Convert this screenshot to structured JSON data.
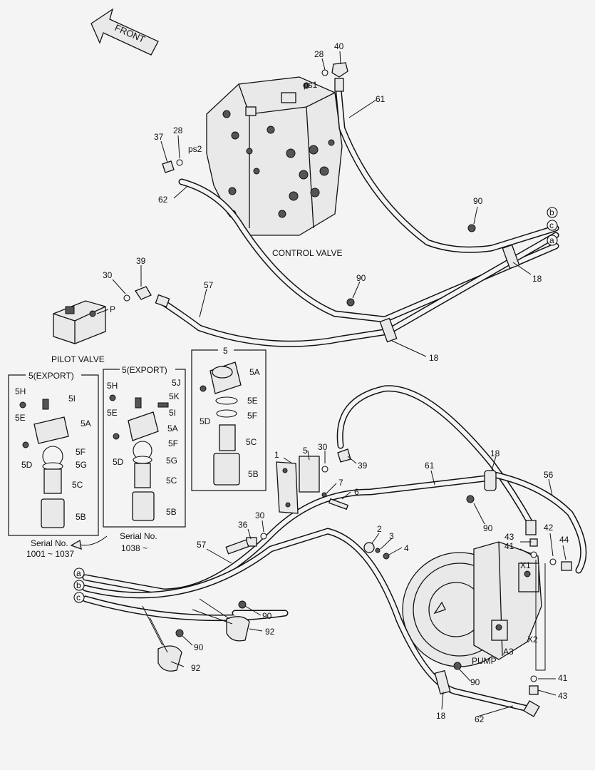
{
  "front_label": "FRONT",
  "component_labels": {
    "control_valve": "CONTROL VALVE",
    "pilot_valve": "PILOT VALVE",
    "pump": "PUMP",
    "port_p": "P"
  },
  "port_labels": {
    "ps1": "ps1",
    "ps2": "ps2",
    "x1": "X1",
    "x2": "X2",
    "a3": "A3"
  },
  "hose_end_markers": {
    "a": "a",
    "b": "b",
    "c": "c"
  },
  "callouts": {
    "c28_top": "28",
    "c40": "40",
    "c61_top": "61",
    "c37": "37",
    "c28_left": "28",
    "c62_top": "62",
    "c90_a": "90",
    "c18_a": "18",
    "c30_a": "30",
    "c39_a": "39",
    "c57_a": "57",
    "c90_b": "90",
    "c18_b": "18",
    "c1": "1",
    "c5": "5",
    "c30_b": "30",
    "c39_b": "39",
    "c7": "7",
    "c6": "6",
    "c61_b": "61",
    "c18_c": "18",
    "c56": "56",
    "c90_c": "90",
    "c36": "36",
    "c30_c": "30",
    "c2": "2",
    "c3": "3",
    "c4": "4",
    "c57_b": "57",
    "c43_a": "43",
    "c41_a": "41",
    "c42": "42",
    "c44": "44",
    "c90_d": "90",
    "c92_a": "92",
    "c90_e": "90",
    "c92_b": "92",
    "c90_f": "90",
    "c18_d": "18",
    "c62_b": "62",
    "c41_b": "41",
    "c43_b": "43"
  },
  "inset_export_1": {
    "title": "5(EXPORT)",
    "labels": {
      "h": "5H",
      "i": "5I",
      "e": "5E",
      "a": "5A",
      "f": "5F",
      "d": "5D",
      "g": "5G",
      "c": "5C",
      "b": "5B"
    },
    "serial_title": "Serial No.",
    "serial_range": "1001 ~ 1037"
  },
  "inset_export_2": {
    "title": "5(EXPORT)",
    "labels": {
      "h": "5H",
      "j": "5J",
      "k": "5K",
      "e": "5E",
      "i": "5I",
      "a": "5A",
      "f": "5F",
      "g": "5G",
      "d": "5D",
      "c": "5C",
      "b": "5B"
    },
    "serial_title": "Serial No.",
    "serial_range": "1038 ~"
  },
  "inset_std": {
    "title": "5",
    "labels": {
      "a": "5A",
      "e": "5E",
      "f": "5F",
      "d": "5D",
      "c": "5C",
      "b": "5B"
    }
  }
}
